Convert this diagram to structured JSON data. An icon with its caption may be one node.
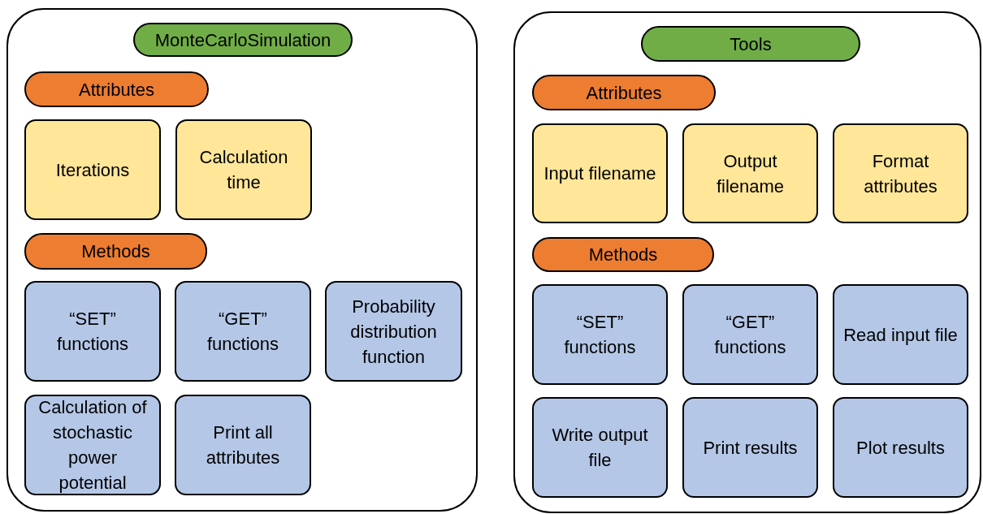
{
  "diagram": {
    "nodes": [
      {
        "text": [],
        "shape": "box"
      },
      {
        "text": [
          "MonteCarloSimulation"
        ],
        "in": 0
      },
      {
        "text": [
          "Attributes"
        ],
        "in": 0
      },
      {
        "text": [
          "Iterations"
        ],
        "in": 0
      },
      {
        "text": [
          "Calculation time"
        ],
        "in": 0
      },
      {
        "text": [
          "Methods"
        ],
        "in": 0
      },
      {
        "text": [
          "“SET” functions"
        ],
        "in": 0
      },
      {
        "text": [
          "“GET” functions"
        ],
        "in": 0
      },
      {
        "text": [
          "Probability distribution function"
        ],
        "in": 0
      },
      {
        "text": [
          "Calculation of stochastic power potential"
        ],
        "in": 0
      },
      {
        "text": [
          "Print all attributes"
        ],
        "in": 0
      },
      {
        "text": [],
        "shape": "box"
      },
      {
        "text": [
          "Tools"
        ],
        "in": 11
      },
      {
        "text": [
          "Attributes"
        ],
        "in": 11
      },
      {
        "text": [
          "Input filename"
        ],
        "in": 11
      },
      {
        "text": [
          "Output filename"
        ],
        "in": 11
      },
      {
        "text": [
          "Format attributes"
        ],
        "in": 11
      },
      {
        "text": [
          "Methods"
        ],
        "in": 11
      },
      {
        "text": [
          "“SET” functions"
        ],
        "in": 11
      },
      {
        "text": [
          "“GET” functions"
        ],
        "in": 11
      },
      {
        "text": [
          "Read input file"
        ],
        "in": 11
      },
      {
        "text": [
          "Write output file"
        ],
        "in": 11
      },
      {
        "text": [
          "Print results"
        ],
        "in": 11
      },
      {
        "text": [
          "Plot results"
        ],
        "in": 11
      }
    ],
    "edges": []
  }
}
